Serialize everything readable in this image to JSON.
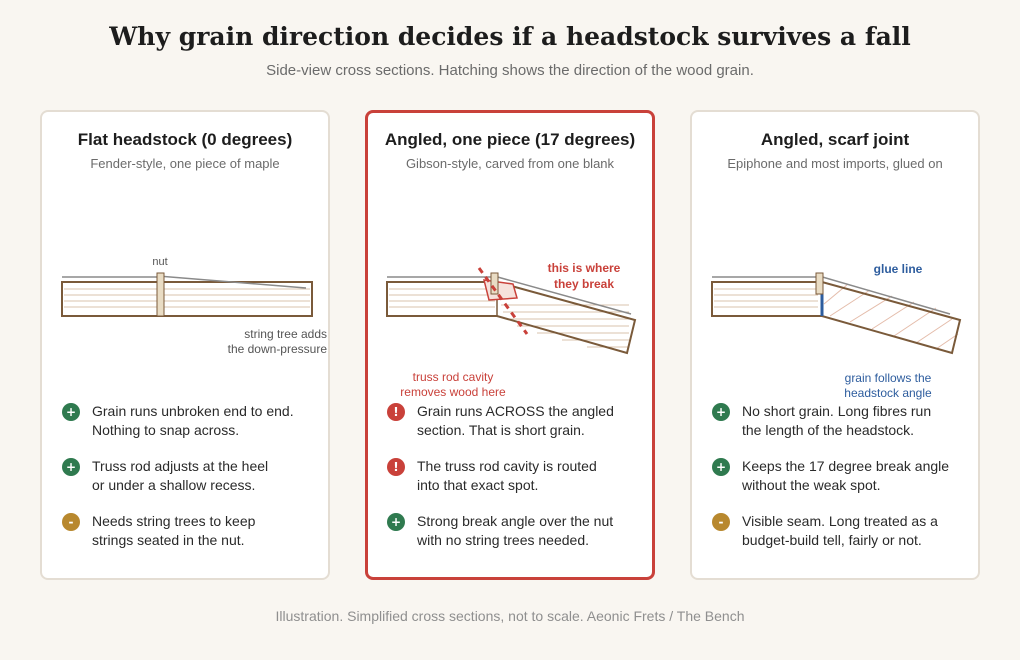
{
  "title": "Why grain direction decides if a headstock survives a fall",
  "subtitle": "Side-view cross sections. Hatching shows the direction of the wood grain.",
  "footer": "Illustration. Simplified cross sections, not to scale. Aeonic Frets / The Bench",
  "colors": {
    "wood_outline": "#7a5a3a",
    "grain_line": "#d9c3ad",
    "nut": "#e9dcc4",
    "string": "#8a8a8a",
    "danger": "#c9413a",
    "glue": "#2e5d9e",
    "positive": "#2f7a4f",
    "neutral": "#b8882e"
  },
  "cards": [
    {
      "title": "Flat headstock (0 degrees)",
      "subtitle": "Fender-style, one piece of maple",
      "labels": {
        "nut": "nut",
        "string_tree_1": "string tree adds",
        "string_tree_2": "the down-pressure"
      },
      "points": [
        {
          "kind": "plus",
          "symbol": "+",
          "text": "Grain runs unbroken end to end.\nNothing to snap across."
        },
        {
          "kind": "plus",
          "symbol": "+",
          "text": "Truss rod adjusts at the heel\nor under a shallow recess."
        },
        {
          "kind": "minus",
          "symbol": "-",
          "text": "Needs string trees to keep\nstrings seated in the nut."
        }
      ]
    },
    {
      "title": "Angled, one piece (17 degrees)",
      "subtitle": "Gibson-style, carved from one blank",
      "labels": {
        "break_1": "this is where",
        "break_2": "they break",
        "cavity_1": "truss rod cavity",
        "cavity_2": "removes wood here"
      },
      "points": [
        {
          "kind": "alert",
          "symbol": "!",
          "text": "Grain runs ACROSS the angled\nsection. That is short grain."
        },
        {
          "kind": "alert",
          "symbol": "!",
          "text": "The truss rod cavity is routed\ninto that exact spot."
        },
        {
          "kind": "plus",
          "symbol": "+",
          "text": "Strong break angle over the nut\nwith no string trees needed."
        }
      ]
    },
    {
      "title": "Angled, scarf joint",
      "subtitle": "Epiphone and most imports, glued on",
      "labels": {
        "glue": "glue line",
        "follow_1": "grain follows the",
        "follow_2": "headstock angle"
      },
      "points": [
        {
          "kind": "plus",
          "symbol": "+",
          "text": "No short grain. Long fibres run\nthe length of the headstock."
        },
        {
          "kind": "plus",
          "symbol": "+",
          "text": "Keeps the 17 degree break angle\nwithout the weak spot."
        },
        {
          "kind": "minus",
          "symbol": "-",
          "text": "Visible seam. Long treated as a\nbudget-build tell, fairly or not."
        }
      ]
    }
  ]
}
